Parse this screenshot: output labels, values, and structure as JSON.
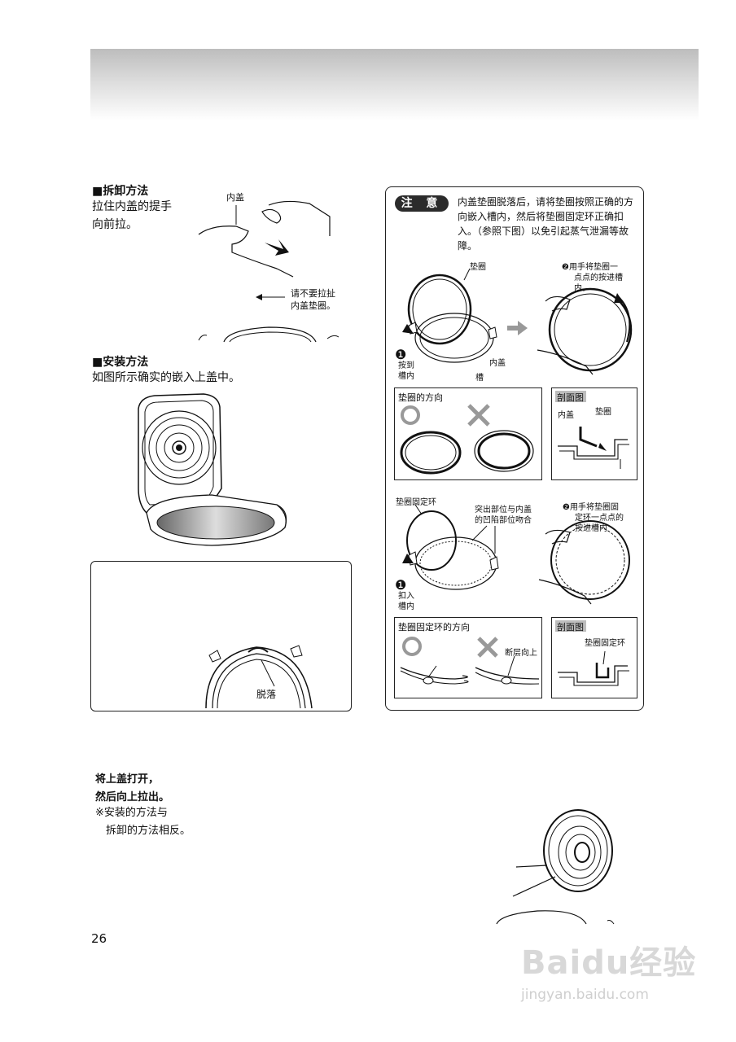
{
  "removal": {
    "title": "■拆卸方法",
    "desc_line1": "拉住内盖的提手",
    "desc_line2": "向前拉。",
    "label_inner_lid": "内盖",
    "warn_line1": "请不要拉扯",
    "warn_line2": "内盖垫圈。"
  },
  "install": {
    "title": "■安装方法",
    "desc": "如图所示确实的嵌入上盖中。"
  },
  "detach_box": {
    "label": "脱落"
  },
  "caution": {
    "badge": "注 意",
    "text": "内盖垫圈脱落后，请将垫圈按照正确的方向嵌入槽内，然后将垫圈固定环正确扣入。（参照下图）以免引起蒸气泄漏等故障。",
    "gasket": "垫圈",
    "step2_a_line1": "❷用手将垫圈一",
    "step2_a_line2": "点点的按进槽",
    "step2_a_line3": "内。",
    "step1_a_line1": "按到",
    "step1_a_line2": "槽内",
    "step1_num": "❶",
    "inner_lid": "内盖",
    "groove": "槽",
    "dir_title": "垫圈的方向",
    "section_title": "剖面图",
    "sec_inner_lid": "内盖",
    "sec_gasket": "垫圈",
    "ring_label": "垫圈固定环",
    "protrusion_line1": "突出部位与内盖",
    "protrusion_line2": "的凹陷部位吻合",
    "step2_b_line1": "❷用手将垫圈固",
    "step2_b_line2": "定环一点点的",
    "step2_b_line3": "按进槽内",
    "step1_b_line1": "扣入",
    "step1_b_line2": "槽内",
    "ring_dir_title": "垫圈固定环的方向",
    "ring_broken": "断层向上",
    "section2_title": "剖面图",
    "sec2_ring": "垫圈固定环"
  },
  "bottom": {
    "line1": "将上盖打开，",
    "line2": "然后向上拉出。",
    "note1": "※安装的方法与",
    "note2": "　拆卸的方法相反。"
  },
  "page_number": "26",
  "watermark": {
    "brand": "Baidu经验",
    "url": "jingyan.baidu.com"
  }
}
